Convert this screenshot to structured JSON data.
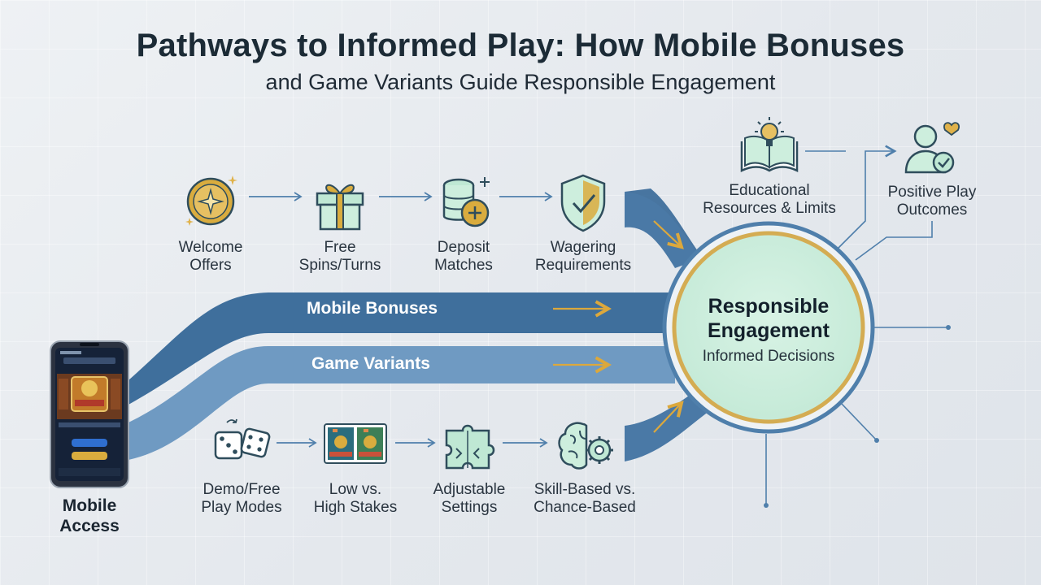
{
  "title": "Pathways to Informed Play: How Mobile Bonuses",
  "subtitle": "and Game Variants Guide Responsible Engagement",
  "bonus_steps": [
    {
      "label": "Welcome\nOffers",
      "icon": "coin-star-icon"
    },
    {
      "label": "Free\nSpins/Turns",
      "icon": "gift-icon"
    },
    {
      "label": "Deposit\nMatches",
      "icon": "coin-stack-plus-icon"
    },
    {
      "label": "Wagering\nRequirements",
      "icon": "shield-check-icon"
    }
  ],
  "variant_steps": [
    {
      "label": "Demo/Free\nPlay Modes",
      "icon": "dice-icon"
    },
    {
      "label": "Low vs.\nHigh Stakes",
      "icon": "game-screens-icon"
    },
    {
      "label": "Adjustable\nSettings",
      "icon": "puzzle-settings-icon"
    },
    {
      "label": "Skill-Based vs.\nChance-Based",
      "icon": "brain-gear-icon"
    }
  ],
  "flows": {
    "bonuses": "Mobile Bonuses",
    "variants": "Game Variants"
  },
  "mobile": {
    "label": "Mobile\nAccess",
    "icon": "smartphone-icon"
  },
  "hub": {
    "title": "Responsible\nEngagement",
    "subtitle": "Informed Decisions"
  },
  "outcomes": {
    "education": {
      "label": "Educational\nResources & Limits",
      "icon": "book-lightbulb-icon"
    },
    "positive": {
      "label": "Positive Play\nOutcomes",
      "icon": "person-heart-check-icon"
    }
  },
  "colors": {
    "flow_dark": "#3f6f9c",
    "flow_light": "#6f9ac2",
    "hub_fill": "#cdeedd",
    "hub_ring_gold": "#d4ac52",
    "hub_ring_blue": "#4f7fab",
    "arrow_gold": "#dca83c",
    "icon_teal": "#2f6f7a",
    "icon_mint": "#bfe8d4"
  }
}
